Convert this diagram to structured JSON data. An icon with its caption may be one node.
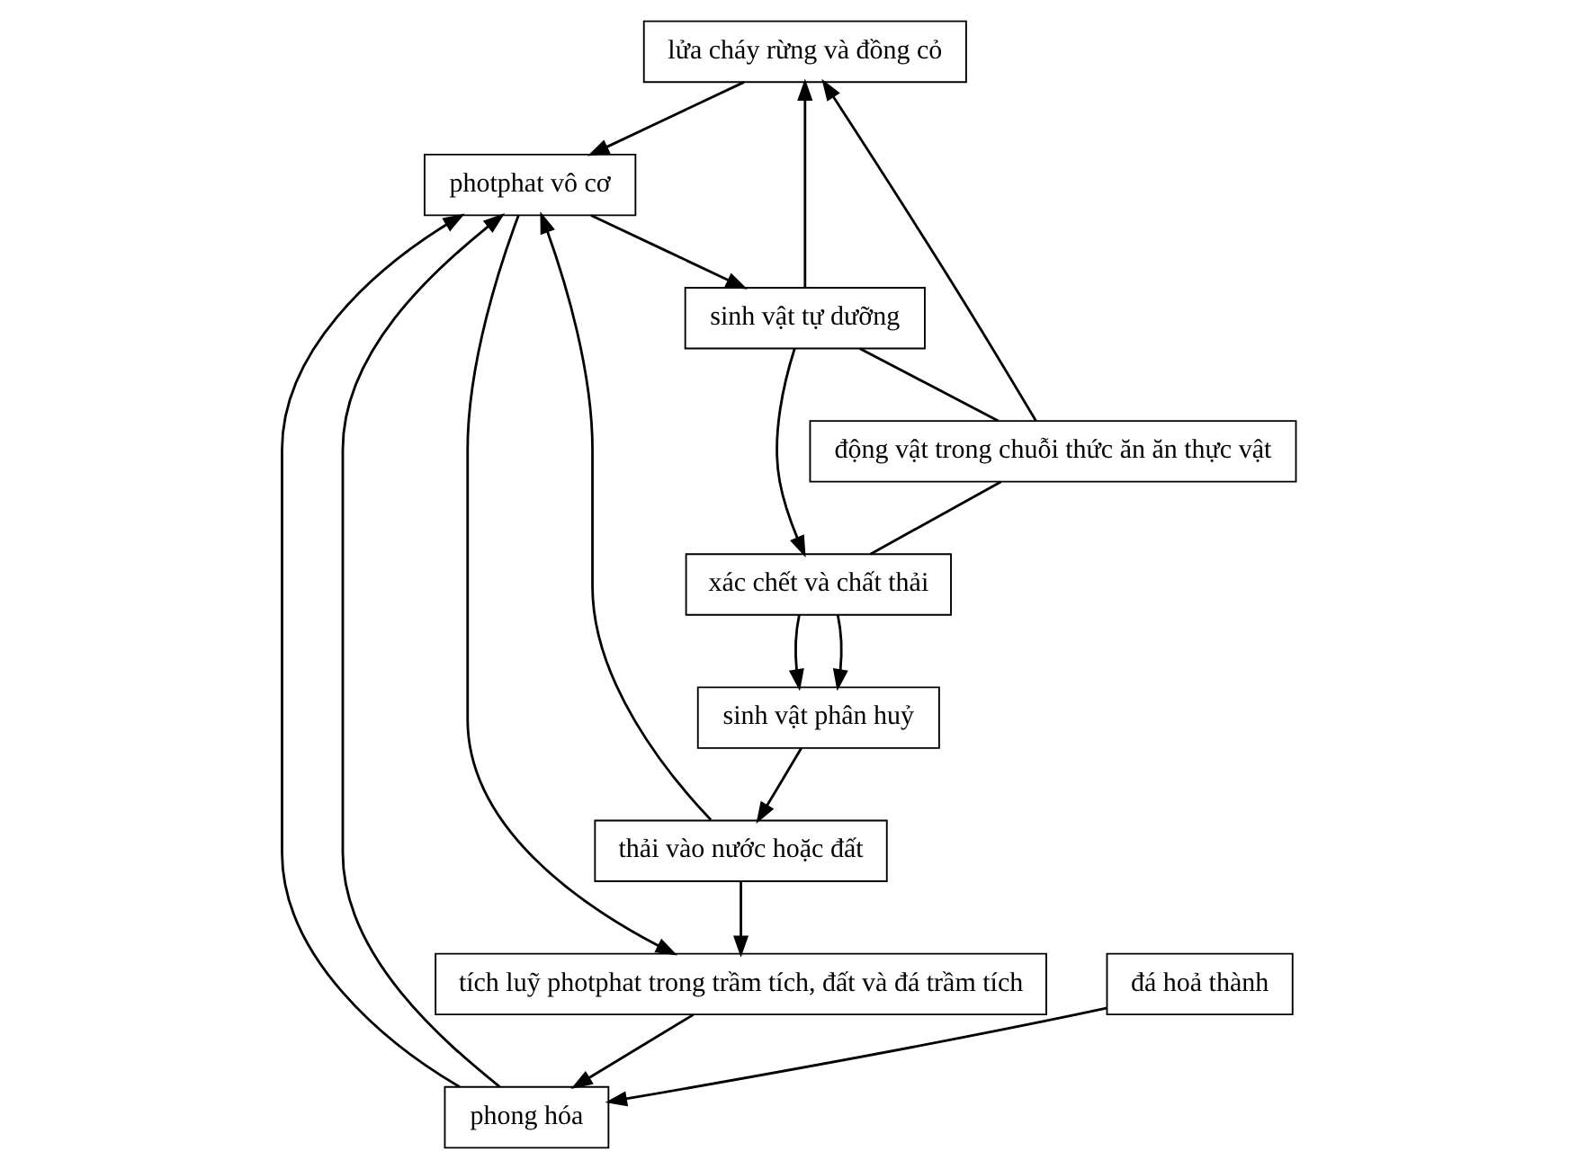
{
  "diagram": {
    "nodes": [
      {
        "text": [
          "lửa cháy rừng và đồng cỏ"
        ]
      },
      {
        "text": [
          "sinh vật tự dưỡng"
        ]
      },
      {
        "text": [
          "động vật trong chuỗi thức ăn ăn thực vật"
        ]
      },
      {
        "text": [
          "xác chết và chất thải"
        ]
      },
      {
        "text": [
          "sinh vật phân huỷ"
        ]
      },
      {
        "text": [
          "thải vào nước hoặc đất"
        ]
      },
      {
        "text": [
          "photphat vô cơ"
        ]
      },
      {
        "text": [
          "tích luỹ photphat trong trầm tích, đất và đá trầm tích"
        ]
      },
      {
        "text": [
          "phong hóa"
        ]
      },
      {
        "text": [
          "đá hoả thành"
        ]
      }
    ],
    "edges": [
      {
        "from": 0,
        "to": 6,
        "arrow": "to"
      },
      {
        "from": 2,
        "to": 0,
        "arrow": "to"
      },
      {
        "from": 1,
        "to": 0,
        "arrow": "to"
      },
      {
        "from": 6,
        "to": 1,
        "arrow": "to"
      },
      {
        "from": 1,
        "to": 2,
        "arrow": "none"
      },
      {
        "from": 1,
        "to": 3,
        "arrow": "to"
      },
      {
        "from": 2,
        "to": 3,
        "arrow": "none"
      },
      {
        "from": 3,
        "to": 4,
        "arrow": "to"
      },
      {
        "from": 3,
        "to": 4,
        "arrow": "to"
      },
      {
        "from": 4,
        "to": 5,
        "arrow": "to"
      },
      {
        "from": 5,
        "to": 6,
        "arrow": "to"
      },
      {
        "from": 6,
        "to": 7,
        "arrow": "to"
      },
      {
        "from": 5,
        "to": 7,
        "arrow": "to"
      },
      {
        "from": 7,
        "to": 8,
        "arrow": "to"
      },
      {
        "from": 8,
        "to": 6,
        "arrow": "to"
      },
      {
        "from": 8,
        "to": 6,
        "arrow": "to"
      },
      {
        "from": 9,
        "to": 8,
        "arrow": "to"
      }
    ]
  }
}
